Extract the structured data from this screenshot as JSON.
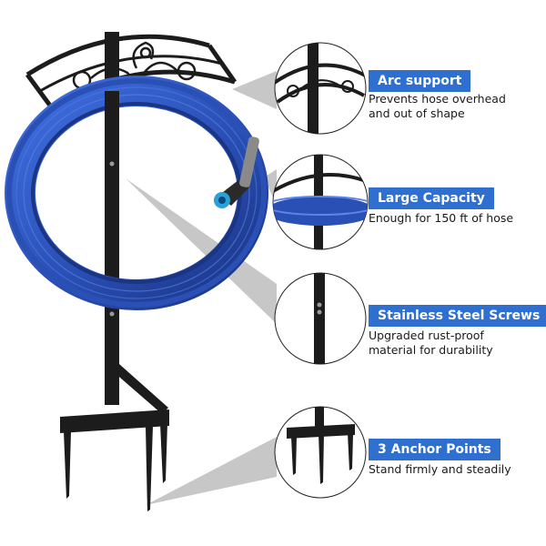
{
  "features": [
    {
      "title": "Arc support",
      "lines": [
        "Prevents hose overhead",
        "and out of shape"
      ],
      "icon": "arc-support-detail"
    },
    {
      "title": "Large Capacity",
      "lines": [
        "Enough for 150 ft of hose"
      ],
      "icon": "hose-capacity-detail"
    },
    {
      "title": "Stainless Steel Screws",
      "lines": [
        "Upgraded rust-proof",
        "material for durability"
      ],
      "icon": "screws-detail"
    },
    {
      "title": "3 Anchor Points",
      "lines": [
        "Stand firmly and steadily"
      ],
      "icon": "anchor-points-detail"
    }
  ],
  "colors": {
    "badge": "#2f6fd0",
    "hose": "#2a4fb5",
    "metal": "#1c1c1c",
    "beam": "#b9b9b9"
  }
}
